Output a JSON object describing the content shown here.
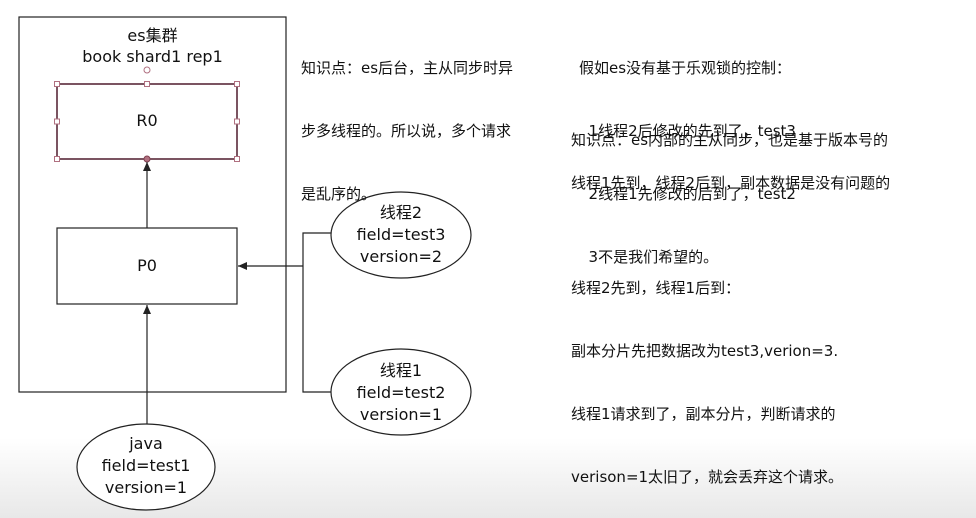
{
  "cluster": {
    "title": "es集群",
    "subtitle": "book shard1 rep1"
  },
  "replica": {
    "label": "R0"
  },
  "primary": {
    "label": "P0"
  },
  "thread2": {
    "lines": [
      "线程2",
      "field=test3",
      "version=2"
    ]
  },
  "thread1": {
    "lines": [
      "线程1",
      "field=test2",
      "version=1"
    ]
  },
  "java": {
    "lines": [
      "java",
      "field=test1",
      "version=1"
    ]
  },
  "note_top_left": {
    "lines": [
      "知识点：es后台，主从同步时异",
      "步多线程的。所以说，多个请求",
      "是乱序的。"
    ]
  },
  "note_top_right": {
    "lines": [
      "假如es没有基于乐观锁的控制：",
      "  1线程2后修改的先到了，test3",
      "  2线程1先修改的后到了，test2",
      "  3不是我们希望的。"
    ]
  },
  "note_knowledge": {
    "text": "知识点：es内部的主从同步，也是基于版本号的"
  },
  "note_case1": {
    "text": "线程1先到，线程2后到，副本数据是没有问题的"
  },
  "note_case2": {
    "lines": [
      "线程2先到，线程1后到：",
      "副本分片先把数据改为test3,verion=3.",
      "线程1请求到了，副本分片，判断请求的",
      "verison=1太旧了，就会丢弃这个请求。"
    ]
  }
}
